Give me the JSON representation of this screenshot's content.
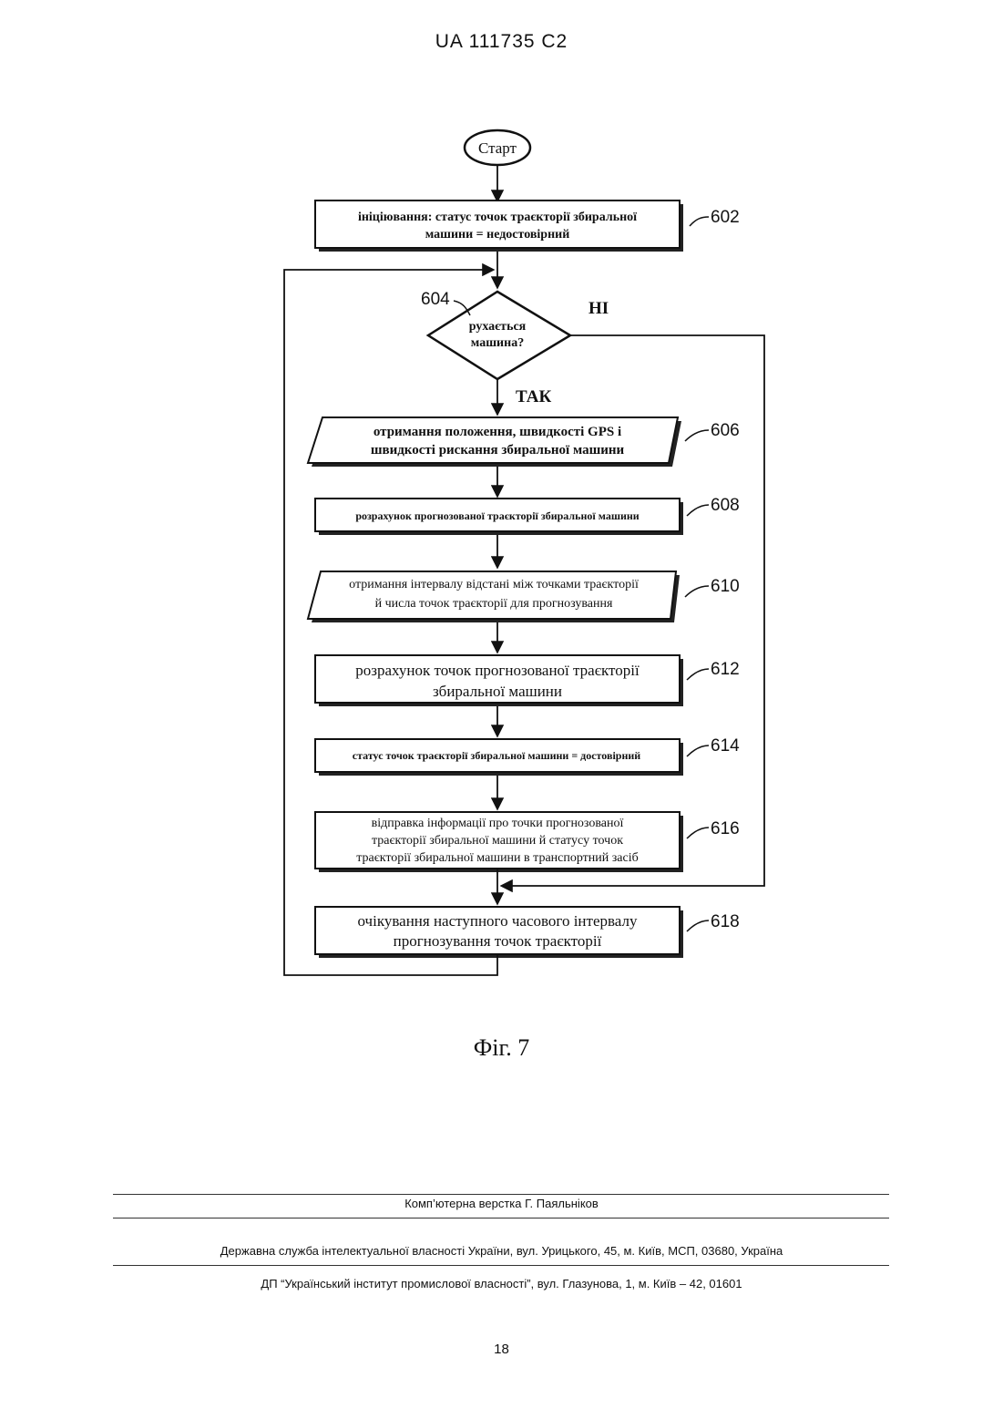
{
  "header": {
    "patent_id": "UA   111735   C2"
  },
  "flowchart": {
    "start": "Старт",
    "box_602": {
      "ref": "602",
      "line1": "ініціювання: статус точок траєкторії збиральної",
      "line2": "машини = недостовірний"
    },
    "decision_604": {
      "ref": "604",
      "line1": "рухається",
      "line2": "машина?",
      "no_label": "НІ",
      "yes_label": "ТАК"
    },
    "box_606": {
      "ref": "606",
      "line1": "отримання положення, швидкості GPS і",
      "line2": "швидкості рискання збиральної машини"
    },
    "box_608": {
      "ref": "608",
      "line1": "розрахунок прогнозованої траєкторії збиральної машини"
    },
    "box_610": {
      "ref": "610",
      "line1": "отримання інтервалу відстані між точками траєкторії",
      "line2": "й числа точок траєкторії для прогнозування"
    },
    "box_612": {
      "ref": "612",
      "line1": "розрахунок точок прогнозованої траєкторії",
      "line2": "збиральної машини"
    },
    "box_614": {
      "ref": "614",
      "line1": "статус точок траєкторії збиральної машини = достовірний"
    },
    "box_616": {
      "ref": "616",
      "line1": "відправка інформації про точки прогнозованої",
      "line2": "траєкторії збиральної машини й статусу точок",
      "line3": "траєкторії збиральної машини в транспортний засіб"
    },
    "box_618": {
      "ref": "618",
      "line1": "очікування наступного часового інтервалу",
      "line2": "прогнозування точок траєкторії"
    }
  },
  "figure_caption": "Фіг. 7",
  "footer": {
    "typesetting": "Комп’ютерна верстка Г. Паяльніков",
    "office": "Державна служба інтелектуальної власності України, вул. Урицького, 45, м. Київ, МСП, 03680, Україна",
    "institute": "ДП “Український інститут промислової власності”, вул. Глазунова, 1, м. Київ – 42, 01601"
  },
  "page_number": "18"
}
